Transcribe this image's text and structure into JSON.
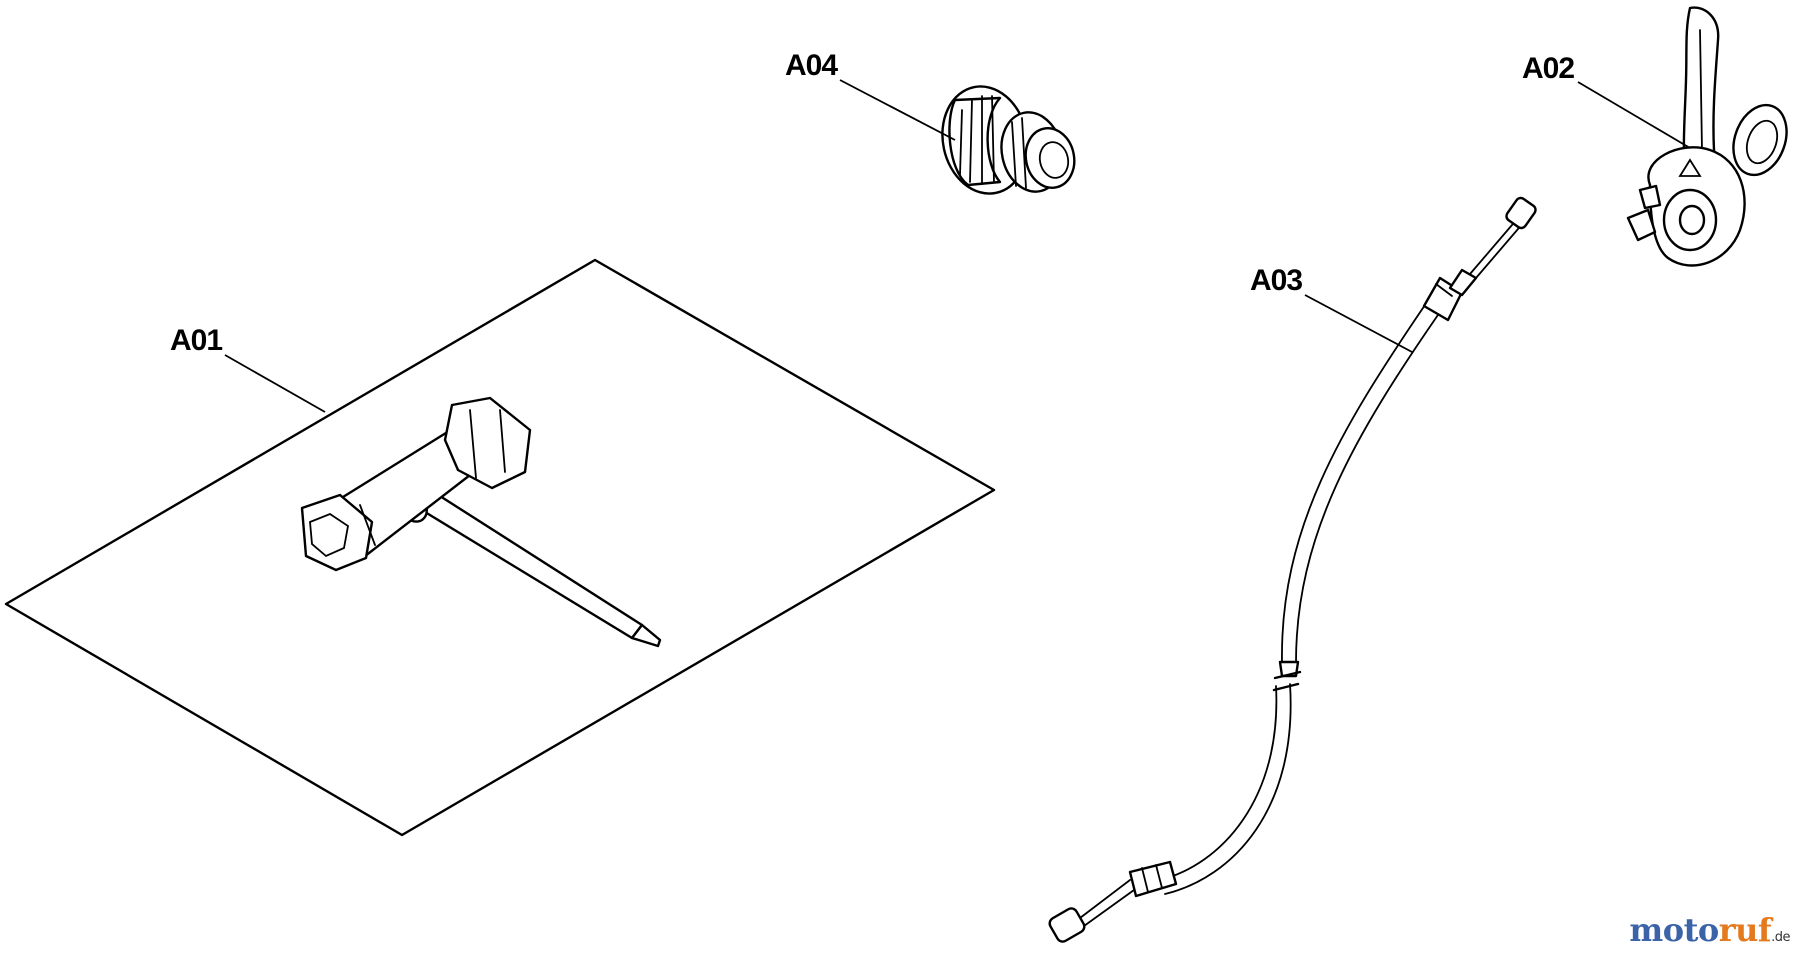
{
  "diagram": {
    "labels": {
      "a01": "A01",
      "a02": "A02",
      "a03": "A03",
      "a04": "A04"
    }
  },
  "watermark": {
    "part1": "moto",
    "part2": "ruf",
    "suffix": ".de",
    "colors": {
      "part1": "#3a63a8",
      "part2": "#e37a1e"
    }
  }
}
